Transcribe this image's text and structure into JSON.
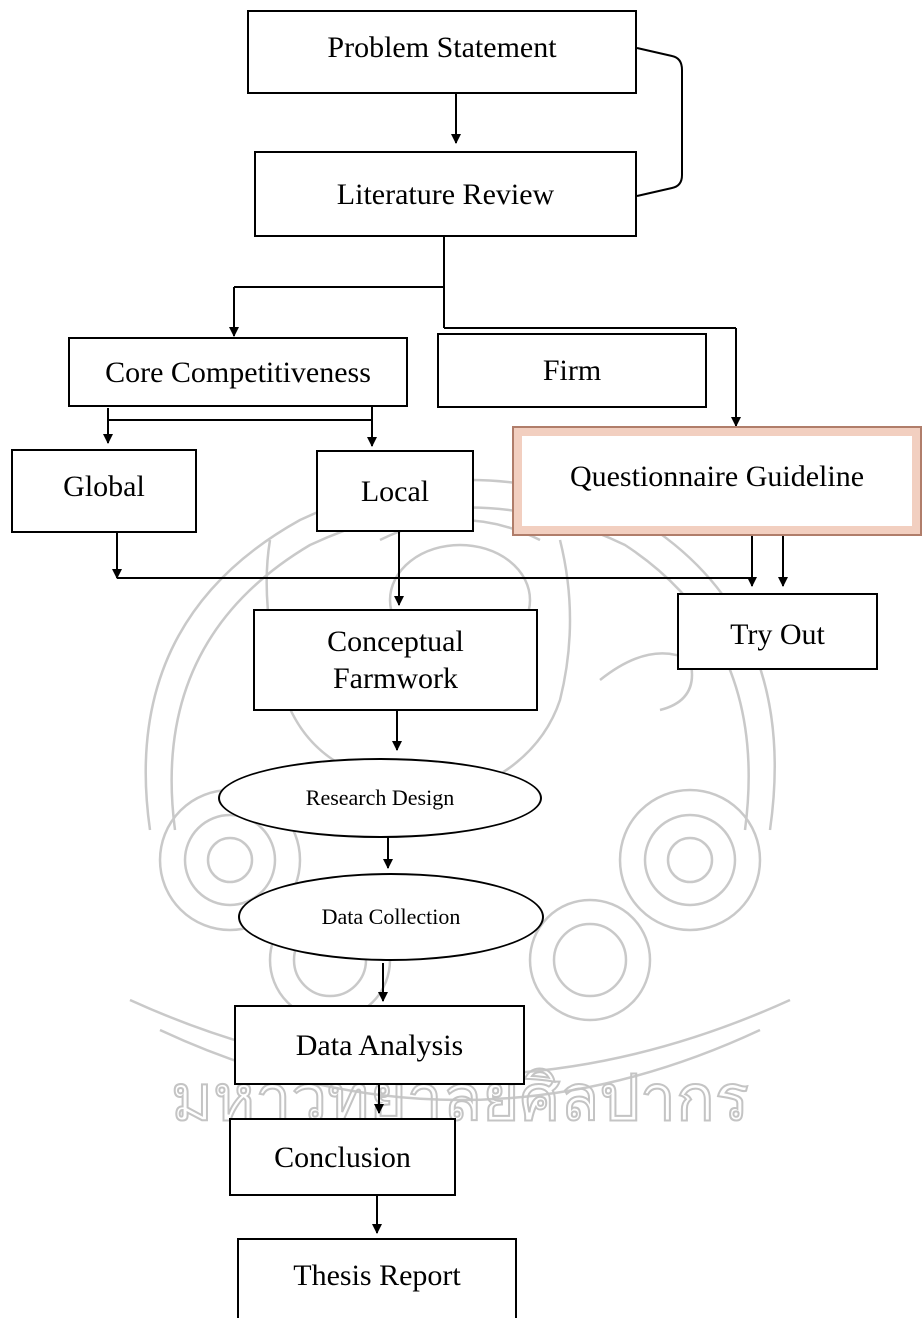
{
  "boxes": {
    "problem_statement": "Problem Statement",
    "literature_review": "Literature Review",
    "core_competitiveness": "Core Competitiveness",
    "firm": "Firm",
    "global": "Global",
    "local": "Local",
    "questionnaire_guideline": "Questionnaire Guideline",
    "try_out": "Try Out",
    "conceptual_line1": "Conceptual",
    "conceptual_line2": "Farmwork",
    "research_design": "Research Design",
    "data_collection": "Data Collection",
    "data_analysis": "Data Analysis",
    "conclusion": "Conclusion",
    "thesis_report": "Thesis Report"
  },
  "watermark": {
    "text": "มหาวิทยาลัยศิลปากร",
    "color": "#c8c8c8"
  },
  "colors": {
    "line": "#000000",
    "questionnaire_border": "#f2cfc0"
  }
}
